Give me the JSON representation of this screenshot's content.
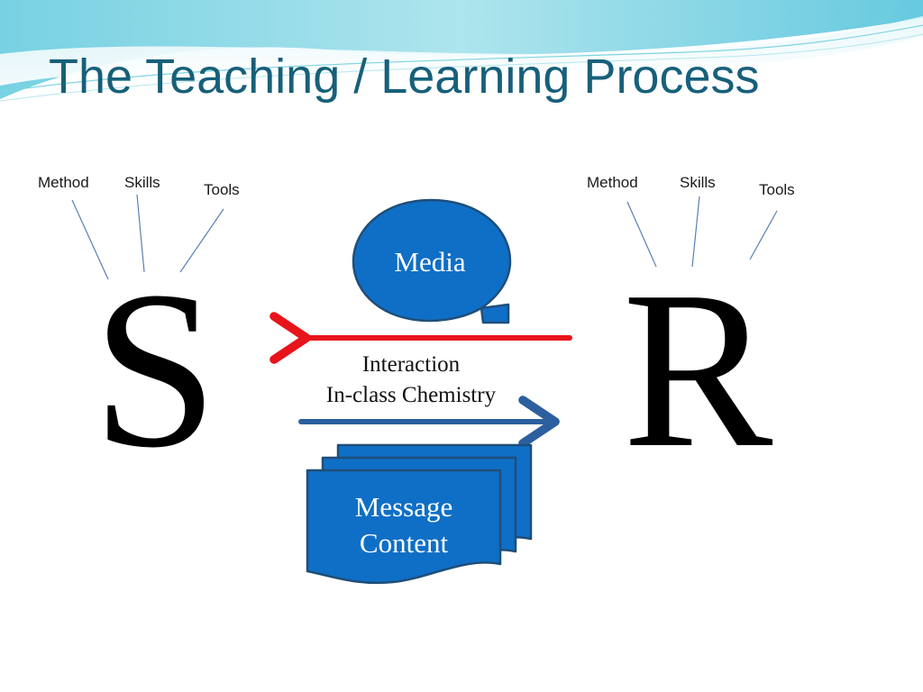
{
  "slide": {
    "title": "The Teaching / Learning Process"
  },
  "sender": {
    "letter": "S",
    "labels": [
      "Method",
      "Skills",
      "Tools"
    ]
  },
  "receiver": {
    "letter": "R",
    "labels": [
      "Method",
      "Skills",
      "Tools"
    ]
  },
  "media": {
    "label": "Media"
  },
  "interaction": {
    "line1": "Interaction",
    "line2": "In-class Chemistry"
  },
  "message": {
    "line1": "Message",
    "line2": "Content"
  },
  "colors": {
    "title": "#17607a",
    "shape_fill": "#0f6fc6",
    "shape_stroke": "#1f4e79",
    "arrow_left": "#e8141b",
    "arrow_right": "#2c5f9e"
  }
}
